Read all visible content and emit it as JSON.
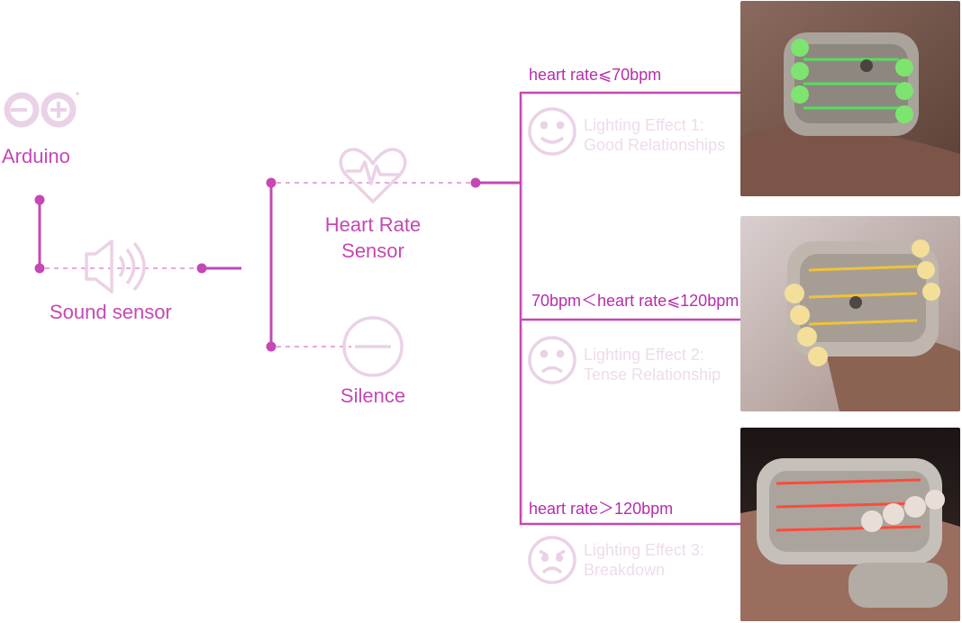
{
  "nodes": {
    "arduino": {
      "label": "Arduino"
    },
    "sound_sensor": {
      "label": "Sound sensor"
    },
    "heart_rate_sensor": {
      "label_line1": "Heart Rate",
      "label_line2": "Sensor"
    },
    "silence": {
      "label": "Silence"
    }
  },
  "branches": [
    {
      "condition": "heart rate⩽70bpm",
      "effect_line1": "Lighting Effect 1:",
      "effect_line2": "Good Relationships",
      "face_icon": "smile-face-icon",
      "light_color": "#52e05a"
    },
    {
      "condition": "70bpm＜heart rate⩽120bpm",
      "effect_line1": "Lighting Effect 2:",
      "effect_line2": "Tense Relationship",
      "face_icon": "sad-face-icon",
      "light_color": "#f0c23a"
    },
    {
      "condition": "heart rate＞120bpm",
      "effect_line1": "Lighting Effect 3:",
      "effect_line2": "Breakdown",
      "face_icon": "angry-face-icon",
      "light_color": "#ff4a3a"
    }
  ],
  "colors": {
    "accent": "#c548b4",
    "accent_dark": "#b52eab",
    "dotted": "#e8a8dd",
    "faint_icon": "#ead2e6",
    "faint_text": "#eedcec"
  }
}
